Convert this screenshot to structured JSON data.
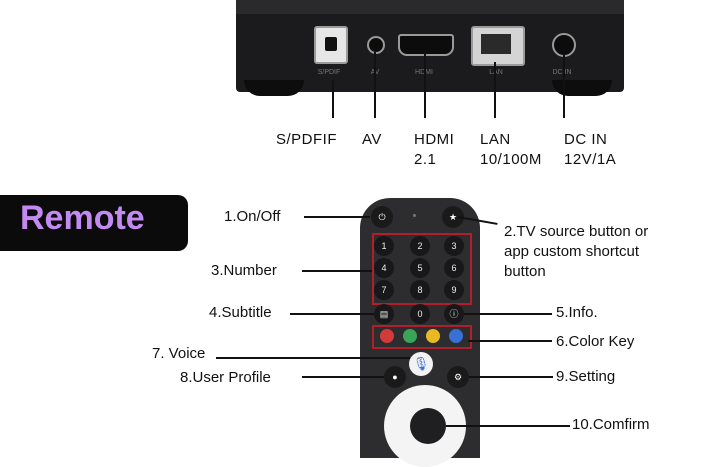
{
  "ports": {
    "spdif_small": "S/PDIF",
    "av_small": "AV",
    "hdmi_small": "HDMI",
    "lan_small": "LAN",
    "dc_small": "DC IN",
    "spdif": "S/PDFIF",
    "av": "AV",
    "hdmi_1": "HDMI",
    "hdmi_2": "2.1",
    "lan_1": "LAN",
    "lan_2": "10/100M",
    "dc_1": "DC IN",
    "dc_2": "12V/1A"
  },
  "remote_title": "Remote",
  "keys": {
    "numbers": [
      "1",
      "2",
      "3",
      "4",
      "5",
      "6",
      "7",
      "8",
      "9",
      "0"
    ]
  },
  "callouts": {
    "c1": "1.On/Off",
    "c2a": "2.TV source button or",
    "c2b": "app custom shortcut",
    "c2c": "button",
    "c3": "3.Number",
    "c4": "4.Subtitle",
    "c5": "5.Info.",
    "c6": "6.Color Key",
    "c7": "7. Voice",
    "c8": "8.User Profile",
    "c9": "9.Setting",
    "c10": "10.Comfirm"
  },
  "colors": {
    "badge_text": "#c38bf2",
    "highlight": "#b0202a",
    "red_key": "#d33a3a",
    "green_key": "#3aa457",
    "yellow_key": "#e8b922",
    "blue_key": "#3a6fd3"
  },
  "icons": [
    "power-icon",
    "star-icon",
    "subtitle-icon",
    "info-icon",
    "mic-icon",
    "user-icon",
    "gear-icon"
  ]
}
